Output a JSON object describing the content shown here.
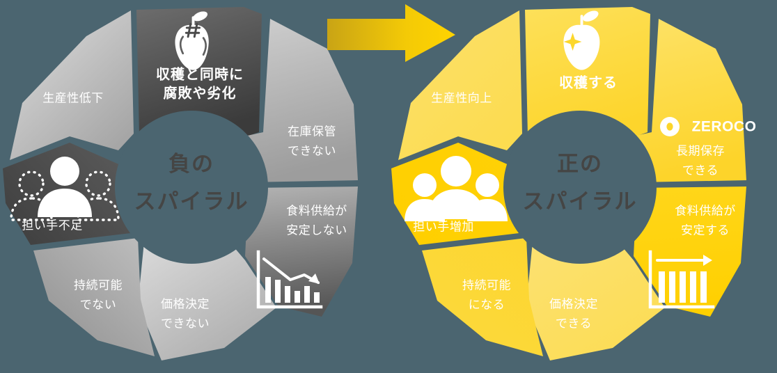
{
  "background_color": "#4b6570",
  "arrow": {
    "name": "transition-arrow",
    "gradient_from": "#c9a415",
    "gradient_to": "#ffd400"
  },
  "left_wheel": {
    "title": "negative-spiral",
    "core": {
      "line1": "負の",
      "line2": "スパイラル",
      "fill": "#4b6570",
      "text_color": "#454544"
    },
    "palette": {
      "dark": "#4f4f4f",
      "mid": "#8b8b8b",
      "light": "#c7c7c7",
      "lighter": "#d6d6d6"
    },
    "segments": [
      {
        "id": "harvest-rot",
        "icon": "rotten-apple-icon",
        "lines": [
          "収穫と同時に",
          "腐敗や劣化"
        ],
        "emphasis": true
      },
      {
        "id": "no-storage",
        "icon": null,
        "lines": [
          "在庫保管",
          "できない"
        ],
        "emphasis": false
      },
      {
        "id": "unstable-supply",
        "icon": "declining-bar-chart-icon",
        "lines": [
          "食料供給が",
          "安定しない"
        ],
        "emphasis": false
      },
      {
        "id": "no-pricing",
        "icon": null,
        "lines": [
          "価格決定",
          "できない"
        ],
        "emphasis": false
      },
      {
        "id": "not-sustainable",
        "icon": null,
        "lines": [
          "持続可能",
          "でない"
        ],
        "emphasis": false
      },
      {
        "id": "worker-shortage",
        "icon": "single-person-icon",
        "lines": [
          "担い手不足"
        ],
        "emphasis": false
      },
      {
        "id": "productivity-down",
        "icon": null,
        "lines": [
          "生産性低下"
        ],
        "emphasis": false
      }
    ]
  },
  "right_wheel": {
    "title": "positive-spiral",
    "core": {
      "line1": "正の",
      "line2": "スパイラル",
      "fill": "#4b6570",
      "text_color": "#454544"
    },
    "palette": {
      "strong": "#ffd400",
      "mid": "#fdd830",
      "light": "#fbde57",
      "lighter": "#fce170"
    },
    "brand": {
      "name": "ZEROCO",
      "logo": "zeroco-logo-icon"
    },
    "segments": [
      {
        "id": "harvest",
        "icon": "fresh-apple-icon",
        "lines": [
          "収穫する"
        ],
        "emphasis": true
      },
      {
        "id": "long-storage",
        "icon": "zeroco-logo-icon",
        "lines": [
          "長期保存",
          "できる"
        ],
        "emphasis": false
      },
      {
        "id": "stable-supply",
        "icon": "flat-bar-chart-icon",
        "lines": [
          "食料供給が",
          "安定する"
        ],
        "emphasis": false
      },
      {
        "id": "pricing-ok",
        "icon": null,
        "lines": [
          "価格決定",
          "できる"
        ],
        "emphasis": false
      },
      {
        "id": "sustainable",
        "icon": null,
        "lines": [
          "持続可能",
          "になる"
        ],
        "emphasis": false
      },
      {
        "id": "worker-increase",
        "icon": "three-people-icon",
        "lines": [
          "担い手増加"
        ],
        "emphasis": false
      },
      {
        "id": "productivity-up",
        "icon": null,
        "lines": [
          "生産性向上"
        ],
        "emphasis": false
      }
    ]
  }
}
